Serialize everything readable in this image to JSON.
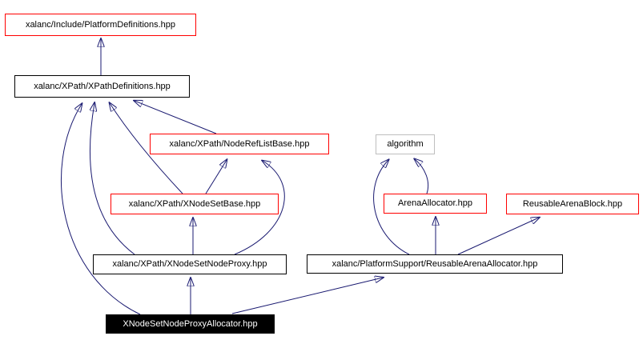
{
  "diagram": {
    "kind": "include-dependency-graph",
    "colors": {
      "edge": "#191970",
      "red_border": "#ff0000",
      "black_border": "#000000",
      "gray_border": "#bebebe",
      "node_fill": "#ffffff",
      "focus_node_fill": "#000000",
      "focus_node_text": "#ffffff",
      "background": "#ffffff"
    },
    "nodes": [
      {
        "id": "platform-definitions",
        "label": "xalanc/Include/PlatformDefinitions.hpp",
        "style": "red-border"
      },
      {
        "id": "xpath-definitions",
        "label": "xalanc/XPath/XPathDefinitions.hpp",
        "style": "black-border"
      },
      {
        "id": "node-ref-list-base",
        "label": "xalanc/XPath/NodeRefListBase.hpp",
        "style": "red-border"
      },
      {
        "id": "algorithm",
        "label": "algorithm",
        "style": "gray-border"
      },
      {
        "id": "xnode-set-base",
        "label": "xalanc/XPath/XNodeSetBase.hpp",
        "style": "red-border"
      },
      {
        "id": "arena-allocator",
        "label": "ArenaAllocator.hpp",
        "style": "red-border"
      },
      {
        "id": "reusable-arena-block",
        "label": "ReusableArenaBlock.hpp",
        "style": "red-border"
      },
      {
        "id": "xnode-set-node-proxy",
        "label": "xalanc/XPath/XNodeSetNodeProxy.hpp",
        "style": "black-border"
      },
      {
        "id": "reusable-arena-allocator",
        "label": "xalanc/PlatformSupport/ReusableArenaAllocator.hpp",
        "style": "black-border"
      },
      {
        "id": "xnode-set-node-proxy-allocator",
        "label": "XNodeSetNodeProxyAllocator.hpp",
        "style": "filled-black-current"
      }
    ],
    "edges": [
      {
        "from": "xpath-definitions",
        "to": "platform-definitions"
      },
      {
        "from": "node-ref-list-base",
        "to": "xpath-definitions"
      },
      {
        "from": "xnode-set-base",
        "to": "xpath-definitions"
      },
      {
        "from": "xnode-set-node-proxy",
        "to": "xpath-definitions"
      },
      {
        "from": "xnode-set-node-proxy-allocator",
        "to": "xpath-definitions"
      },
      {
        "from": "xnode-set-base",
        "to": "node-ref-list-base"
      },
      {
        "from": "xnode-set-node-proxy",
        "to": "node-ref-list-base"
      },
      {
        "from": "xnode-set-node-proxy",
        "to": "xnode-set-base"
      },
      {
        "from": "xnode-set-node-proxy-allocator",
        "to": "xnode-set-node-proxy"
      },
      {
        "from": "arena-allocator",
        "to": "algorithm"
      },
      {
        "from": "reusable-arena-allocator",
        "to": "algorithm"
      },
      {
        "from": "reusable-arena-allocator",
        "to": "arena-allocator"
      },
      {
        "from": "reusable-arena-allocator",
        "to": "reusable-arena-block"
      },
      {
        "from": "xnode-set-node-proxy-allocator",
        "to": "reusable-arena-allocator"
      }
    ]
  }
}
